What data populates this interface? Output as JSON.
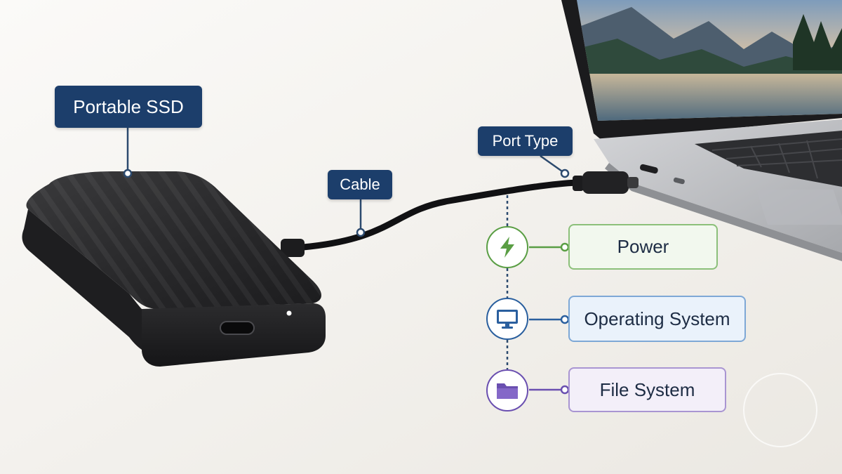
{
  "labels": {
    "ssd": "Portable SSD",
    "cable": "Cable",
    "port": "Port Type"
  },
  "requirements": [
    {
      "label": "Power",
      "icon": "lightning-bolt-icon",
      "color": "#5a9e44"
    },
    {
      "label": "Operating System",
      "icon": "monitor-icon",
      "color": "#2a5f9e"
    },
    {
      "label": "File System",
      "icon": "folder-icon",
      "color": "#6a4fb0"
    }
  ],
  "colors": {
    "callout_navy": "#1c3e6b",
    "connector": "#2c4a6e",
    "power_border": "#8cc07a",
    "os_border": "#7ea8d6",
    "fs_border": "#a995d2"
  }
}
